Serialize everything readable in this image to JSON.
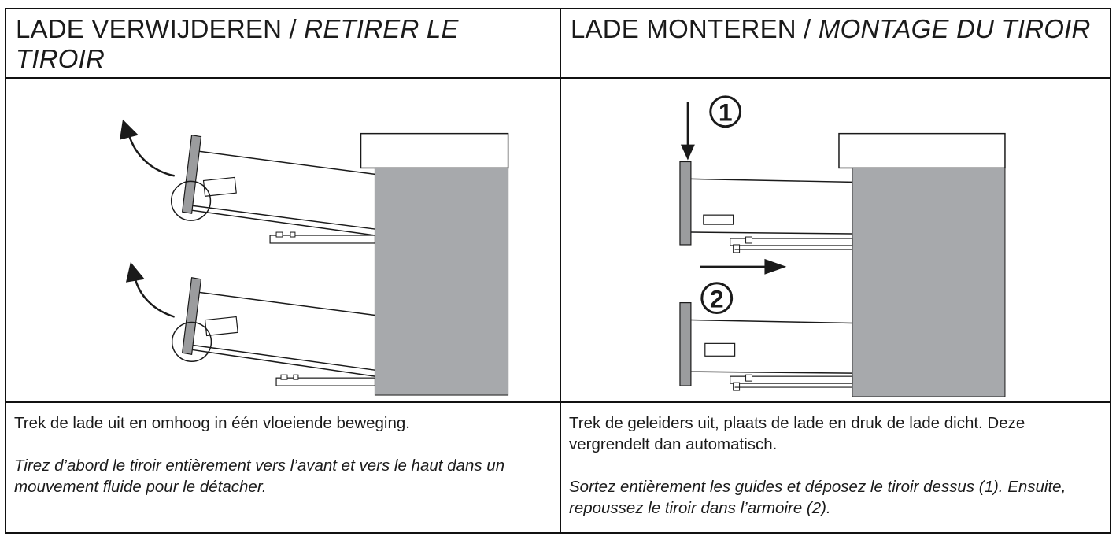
{
  "left": {
    "title_nl": "LADE VERWIJDEREN / ",
    "title_fr": "RETIRER LE TIROIR",
    "text_nl": "Trek de lade uit en omhoog in één vloeiende beweging.",
    "text_fr": "Tirez d’abord le tiroir entièrement vers l’avant  et vers le haut dans un mouvement fluide pour le détacher."
  },
  "right": {
    "title_nl": "LADE MONTEREN / ",
    "title_fr": "MONTAGE DU TIROIR",
    "text_nl": "Trek de geleiders uit, plaats de lade en druk de lade dicht. Deze vergrendelt dan automatisch.",
    "text_fr": "Sortez entièrement les guides et déposez le tiroir dessus (1). Ensuite, repoussez le tiroir dans l’armoire (2).",
    "step1": "1",
    "step2": "2"
  },
  "colors": {
    "cabinet": "#a7a9ac",
    "drawer_front": "#9b9c9e",
    "line": "#1a1a1a"
  }
}
